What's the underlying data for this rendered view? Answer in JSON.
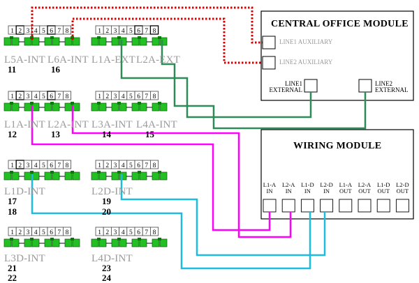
{
  "palette": {
    "red_line": "#d40000",
    "green_line": "#2e8b57",
    "magenta_line": "#ff00ff",
    "cyan_line": "#1ebbe0",
    "plug_green": "#22c022",
    "label_gray": "#9a9a9a"
  },
  "panel": {
    "port_numbers": [
      "1",
      "2",
      "3",
      "4",
      "5",
      "6",
      "7",
      "8"
    ]
  },
  "strips": [
    {
      "id": "A",
      "labels": [
        "L5A-INT",
        "L6A-INT"
      ],
      "numbers": [
        "11",
        "16"
      ]
    },
    {
      "id": "B",
      "labels": [
        "L1A-EXT",
        "L2A-EXT"
      ],
      "numbers": []
    },
    {
      "id": "C",
      "labels": [
        "L1A-INT",
        "L2A-INT"
      ],
      "numbers": [
        "12",
        "13"
      ]
    },
    {
      "id": "D",
      "labels": [
        "L3A-INT",
        "L4A-INT"
      ],
      "numbers": [
        "14",
        "15"
      ]
    },
    {
      "id": "E",
      "labels": [
        "L1D-INT"
      ],
      "numbers": [
        "17",
        "18"
      ]
    },
    {
      "id": "F",
      "labels": [
        "L2D-INT"
      ],
      "numbers": [
        "19",
        "20"
      ]
    },
    {
      "id": "G",
      "labels": [
        "L3D-INT"
      ],
      "numbers": [
        "21",
        "22"
      ]
    },
    {
      "id": "H",
      "labels": [
        "L4D-INT"
      ],
      "numbers": [
        "23",
        "24"
      ]
    }
  ],
  "central_office": {
    "title": "CENTRAL OFFICE MODULE",
    "line1_aux": "LINE1 AUXILIARY",
    "line2_aux": "LINE2 AUXILIARY",
    "line1_ext": [
      "LINE1",
      "EXTERNAL"
    ],
    "line2_ext": [
      "LINE2",
      "EXTERNAL"
    ]
  },
  "wiring_module": {
    "title": "WIRING MODULE",
    "ports": [
      [
        "L1-A",
        "IN"
      ],
      [
        "L2-A",
        "IN"
      ],
      [
        "L1-D",
        "IN"
      ],
      [
        "L2-D",
        "IN"
      ],
      [
        "L1-A",
        "OUT"
      ],
      [
        "L2-A",
        "OUT"
      ],
      [
        "L1-D",
        "OUT"
      ],
      [
        "L2-D",
        "OUT"
      ]
    ]
  }
}
